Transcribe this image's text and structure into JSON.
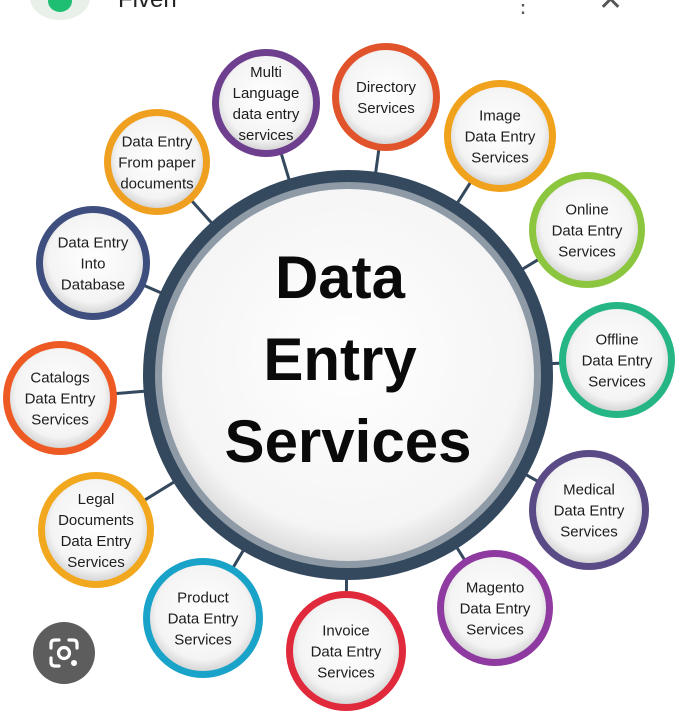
{
  "app": {
    "title": "Fiverr"
  },
  "center": {
    "lines": [
      "Data",
      "Entry",
      "Services"
    ]
  },
  "services": [
    {
      "lines": [
        "Multi",
        "Language",
        "data entry",
        "services"
      ],
      "color": "#6e3f8f"
    },
    {
      "lines": [
        "Directory",
        "Services"
      ],
      "color": "#e0532b"
    },
    {
      "lines": [
        "Image",
        "Data Entry",
        "Services"
      ],
      "color": "#f0a21d"
    },
    {
      "lines": [
        "Online",
        "Data Entry",
        "Services"
      ],
      "color": "#8cc63f"
    },
    {
      "lines": [
        "Offline",
        "Data Entry",
        "Services"
      ],
      "color": "#26b686"
    },
    {
      "lines": [
        "Medical",
        "Data Entry",
        "Services"
      ],
      "color": "#5a4a86"
    },
    {
      "lines": [
        "Magento",
        "Data Entry",
        "Services"
      ],
      "color": "#8e3aa0"
    },
    {
      "lines": [
        "Invoice",
        "Data Entry",
        "Services"
      ],
      "color": "#e0293a"
    },
    {
      "lines": [
        "Product",
        "Data Entry",
        "Services"
      ],
      "color": "#1aa3c8"
    },
    {
      "lines": [
        "Legal",
        "Documents",
        "Data Entry",
        "Services"
      ],
      "color": "#f2a81e"
    },
    {
      "lines": [
        "Catalogs",
        "Data Entry",
        "Services"
      ],
      "color": "#ee5a24"
    },
    {
      "lines": [
        "Data Entry",
        "Into",
        "Database"
      ],
      "color": "#3e4e7e"
    },
    {
      "lines": [
        "Data Entry",
        "From paper",
        "documents"
      ],
      "color": "#f0a020"
    }
  ],
  "icons": {
    "lens": "google-lens-icon",
    "more": "more-vert-icon",
    "close": "close-icon"
  }
}
